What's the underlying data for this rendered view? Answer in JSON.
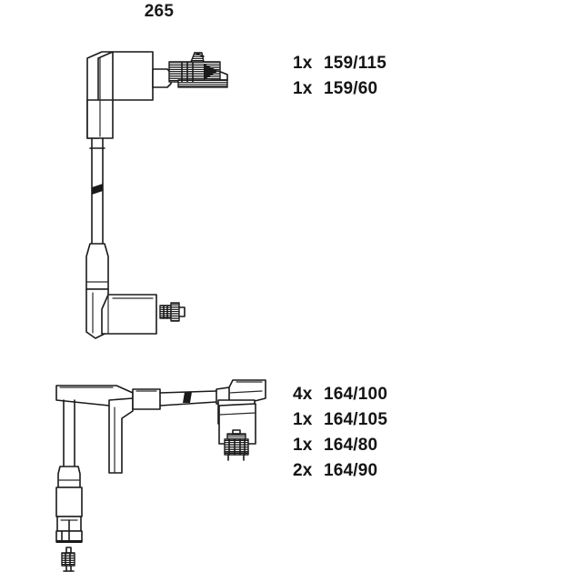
{
  "title": "265",
  "legend_top": {
    "rows": [
      {
        "qty": "1x",
        "code": "159/115"
      },
      {
        "qty": "1x",
        "code": "159/60"
      }
    ]
  },
  "legend_bottom": {
    "rows": [
      {
        "qty": "4x",
        "code": "164/100"
      },
      {
        "qty": "1x",
        "code": "164/105"
      },
      {
        "qty": "1x",
        "code": "164/80"
      },
      {
        "qty": "2x",
        "code": "164/90"
      }
    ]
  },
  "diagram_top": {
    "name": "ignition-cable-set-159",
    "parts": [
      "right-angle-plug-boot-upper",
      "barrel-terminal-upper",
      "detached-hatched-connector",
      "vertical-cable",
      "cable-break-marker",
      "right-angle-boot-lower",
      "pin-terminal"
    ]
  },
  "diagram_bottom": {
    "name": "ignition-cable-set-164",
    "parts": [
      "elbow-boot-left",
      "horizontal-cable",
      "cable-break-marker",
      "elbow-boot-right",
      "square-connector-body",
      "detached-square-terminal",
      "vertical-cable-left",
      "stacked-boot-lower-left",
      "pin-terminal-lower"
    ]
  },
  "colors": {
    "line": "#1a1a1a",
    "background": "#ffffff",
    "text": "#141414"
  }
}
